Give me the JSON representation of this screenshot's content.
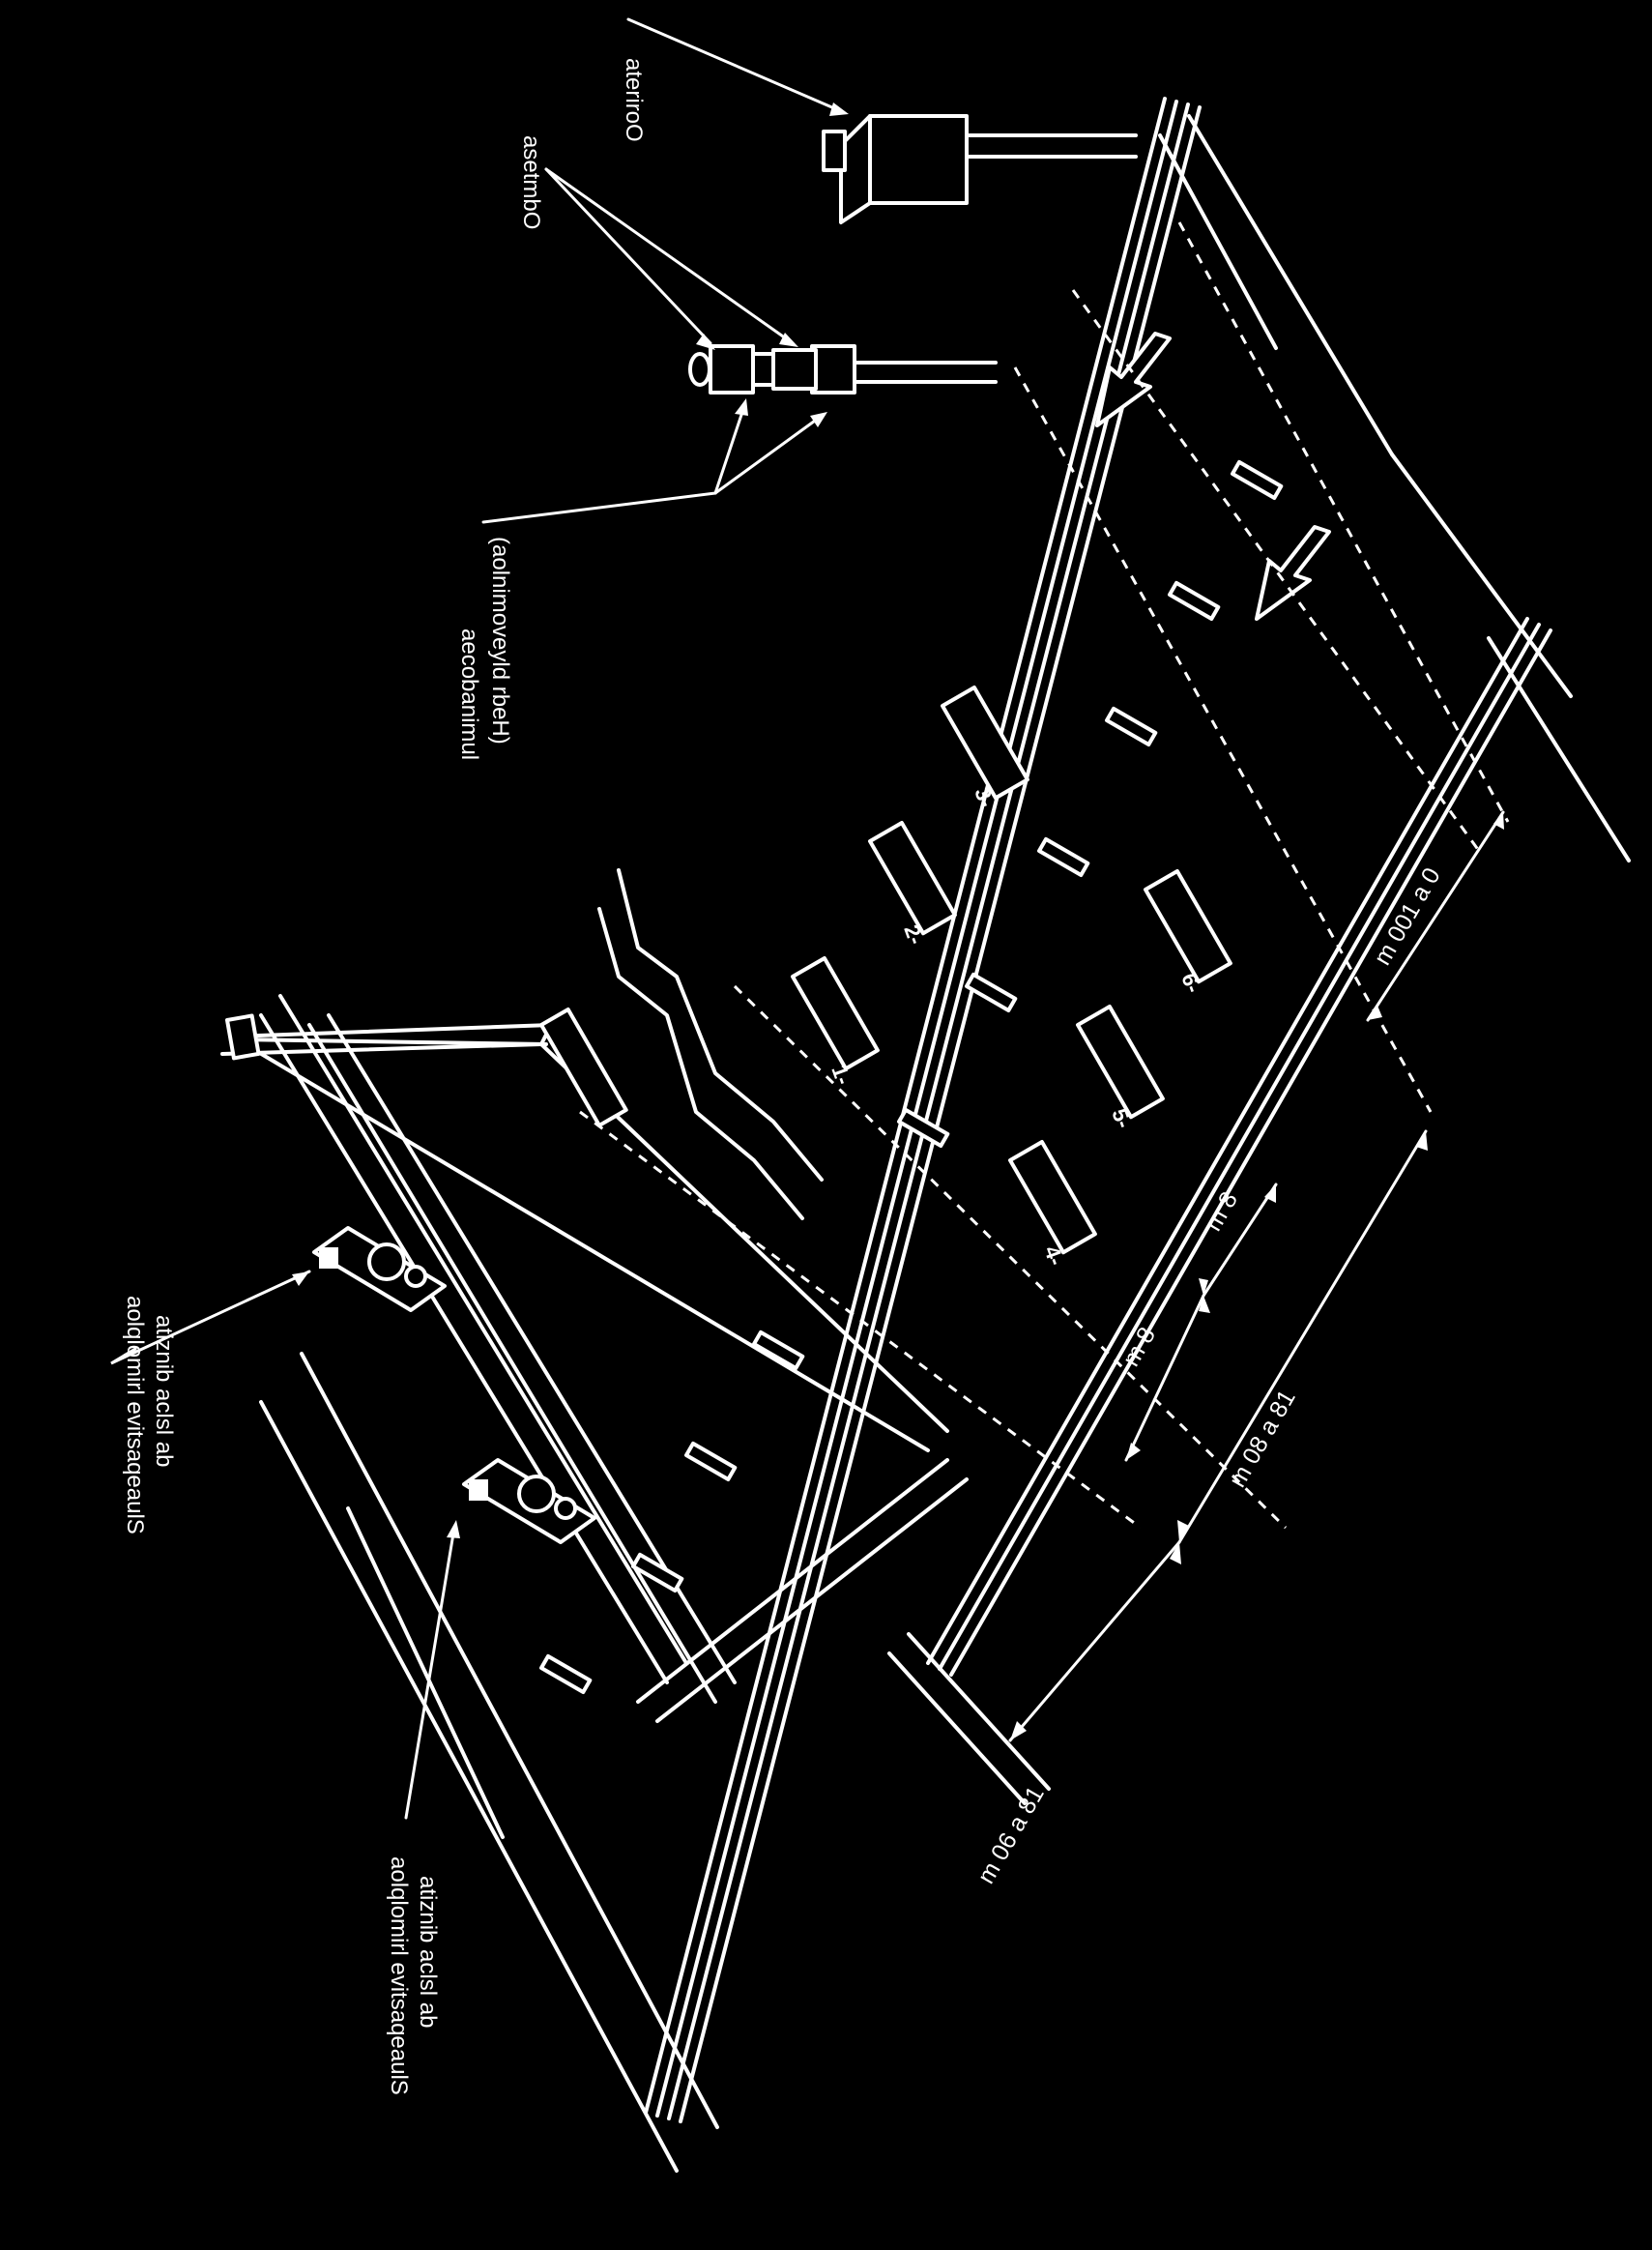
{
  "labels": {
    "left_sensor_line1": "aolqlomirl evitsaqeaulS",
    "left_sensor_line2": "atiznib aclsl ab",
    "right_sensor_line1": "aolqlomirl evitsaqeaulS",
    "right_sensor_line2": "atiznib aclsl ab",
    "transmitter_line1": "aecobanimul",
    "transmitter_line2": "(aolnimoveyld rbeH)",
    "cameras_top": "ateriroO",
    "cameras_middle": "asetmbO"
  },
  "dimensions": {
    "d1": "m 06 a 81",
    "d2": "m 08 a 81",
    "d3": "m 8",
    "d4": "m 8",
    "d5": "m 001 a 0"
  },
  "bays": [
    "1-",
    "2-",
    "3-",
    "4-",
    "5-",
    "6-"
  ],
  "colors": {
    "background": "#000000",
    "ink": "#ffffff"
  }
}
